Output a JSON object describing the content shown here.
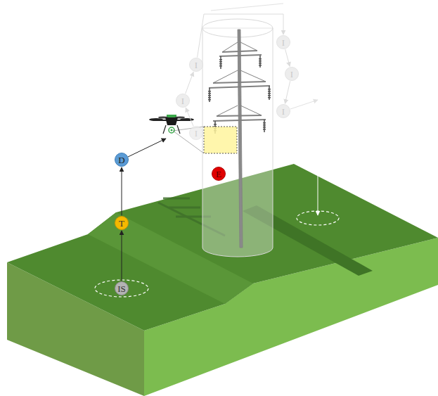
{
  "diagram": {
    "nodes": [
      {
        "text": [
          "IS"
        ]
      },
      {
        "text": [
          "T"
        ]
      },
      {
        "text": [
          "D"
        ]
      },
      {
        "text": [
          "E"
        ]
      },
      {
        "text": [
          "I"
        ]
      },
      {
        "text": [
          "I"
        ]
      },
      {
        "text": [
          "I"
        ]
      },
      {
        "text": [
          "I"
        ]
      },
      {
        "text": [
          "I"
        ]
      },
      {
        "text": [
          "I"
        ]
      }
    ],
    "edges": [
      {
        "from": 0,
        "to": 1,
        "arrow": "to"
      },
      {
        "from": 1,
        "to": 2,
        "arrow": "to"
      },
      {
        "from": 4,
        "to": 5,
        "arrow": "to"
      },
      {
        "from": 5,
        "to": 6,
        "arrow": "to"
      },
      {
        "from": 6,
        "to": 7,
        "arrow": "to"
      },
      {
        "from": 7,
        "to": 8,
        "arrow": "to"
      },
      {
        "from": 8,
        "to": 9,
        "arrow": "to"
      }
    ]
  }
}
